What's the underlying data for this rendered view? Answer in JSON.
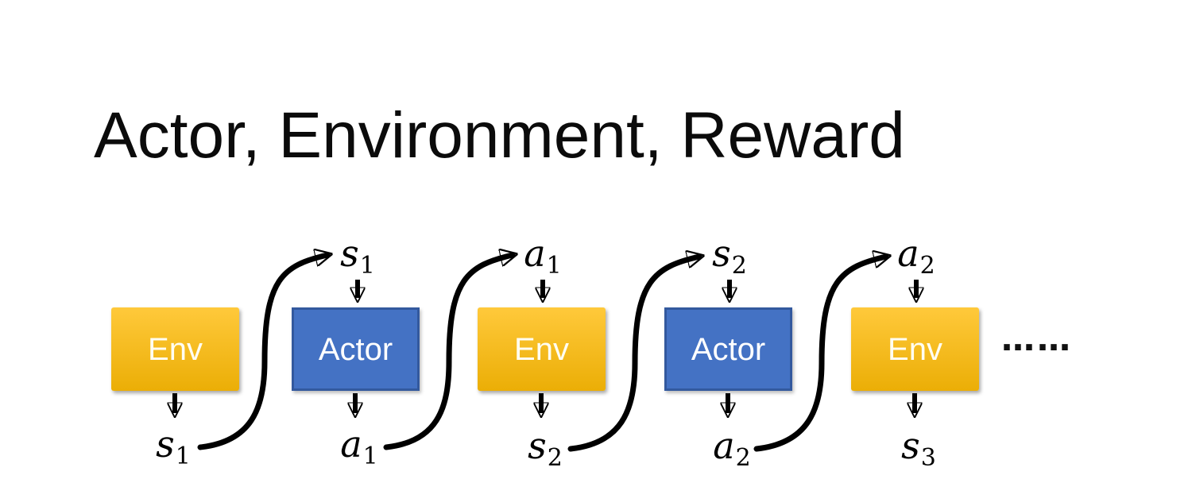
{
  "title": "Actor, Environment, Reward",
  "diagram": {
    "boxes": [
      {
        "label": "Env",
        "type": "env"
      },
      {
        "label": "Actor",
        "type": "actor"
      },
      {
        "label": "Env",
        "type": "env"
      },
      {
        "label": "Actor",
        "type": "actor"
      },
      {
        "label": "Env",
        "type": "env"
      }
    ],
    "top_labels": [
      {
        "base": "s",
        "sub": "1"
      },
      {
        "base": "a",
        "sub": "1"
      },
      {
        "base": "s",
        "sub": "2"
      },
      {
        "base": "a",
        "sub": "2"
      }
    ],
    "bottom_labels": [
      {
        "base": "s",
        "sub": "1"
      },
      {
        "base": "a",
        "sub": "1"
      },
      {
        "base": "s",
        "sub": "2"
      },
      {
        "base": "a",
        "sub": "2"
      },
      {
        "base": "s",
        "sub": "3"
      }
    ],
    "ellipsis": "……",
    "colors": {
      "env_top": "#FFC93B",
      "env_bottom": "#EBAE06",
      "actor_fill": "#4472C4",
      "actor_border": "#33599E",
      "arrow": "#000000"
    }
  }
}
